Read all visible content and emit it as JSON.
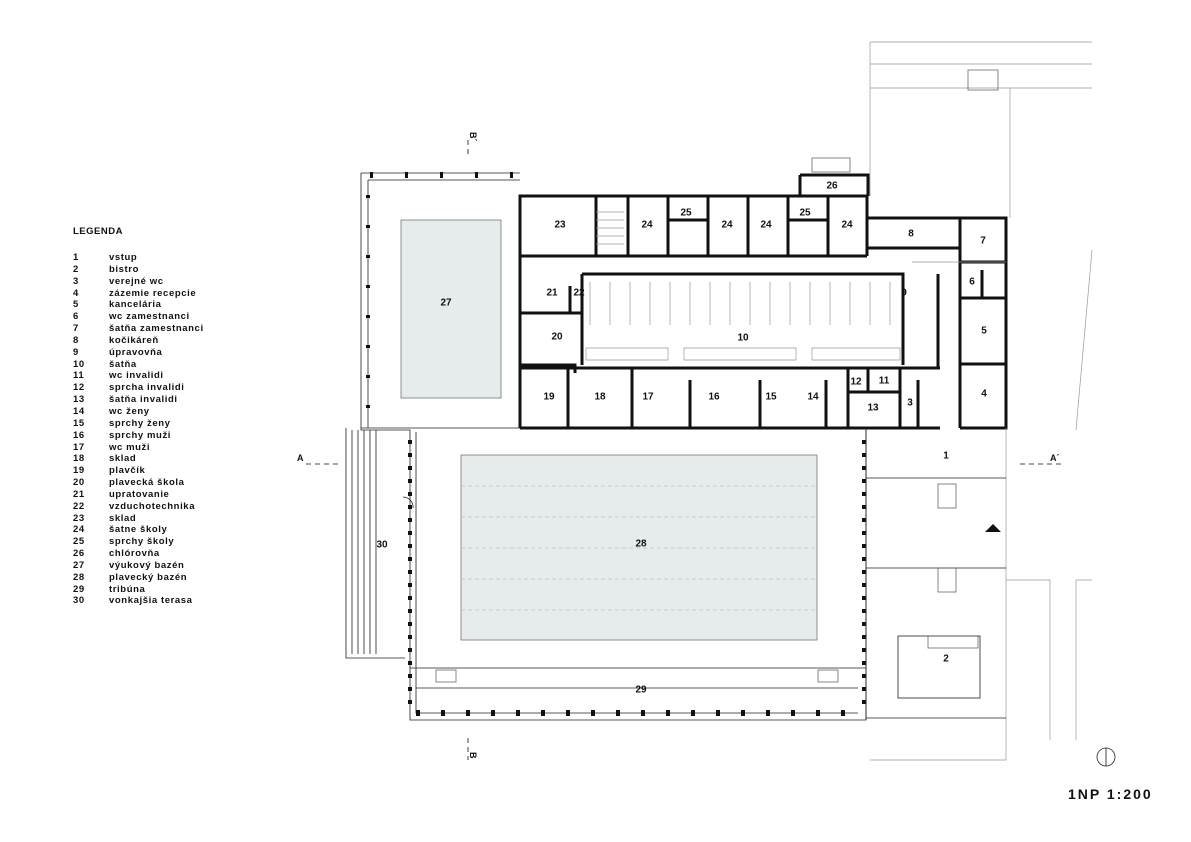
{
  "legend": {
    "title": "LEGENDA",
    "items": [
      {
        "num": "1",
        "label": "vstup"
      },
      {
        "num": "2",
        "label": "bistro"
      },
      {
        "num": "3",
        "label": "verejné wc"
      },
      {
        "num": "4",
        "label": "zázemie recepcie"
      },
      {
        "num": "5",
        "label": "kancelária"
      },
      {
        "num": "6",
        "label": "wc zamestnanci"
      },
      {
        "num": "7",
        "label": "šatňa zamestnanci"
      },
      {
        "num": "8",
        "label": "kočikáreň"
      },
      {
        "num": "9",
        "label": "úpravovňa"
      },
      {
        "num": "10",
        "label": "šatňa"
      },
      {
        "num": "11",
        "label": "wc invalidi"
      },
      {
        "num": "12",
        "label": "sprcha invalidi"
      },
      {
        "num": "13",
        "label": "šatňa invalidi"
      },
      {
        "num": "14",
        "label": "wc ženy"
      },
      {
        "num": "15",
        "label": "sprchy ženy"
      },
      {
        "num": "16",
        "label": "sprchy muži"
      },
      {
        "num": "17",
        "label": "wc muži"
      },
      {
        "num": "18",
        "label": "sklad"
      },
      {
        "num": "19",
        "label": "plavčík"
      },
      {
        "num": "20",
        "label": "plavecká škola"
      },
      {
        "num": "21",
        "label": "upratovanie"
      },
      {
        "num": "22",
        "label": "vzduchotechnika"
      },
      {
        "num": "23",
        "label": "sklad"
      },
      {
        "num": "24",
        "label": "šatne školy"
      },
      {
        "num": "25",
        "label": "sprchy školy"
      },
      {
        "num": "26",
        "label": "chlórovňa"
      },
      {
        "num": "27",
        "label": "výukový bazén"
      },
      {
        "num": "28",
        "label": "plavecký bazén"
      },
      {
        "num": "29",
        "label": "tribúna"
      },
      {
        "num": "30",
        "label": "vonkajšia terasa"
      }
    ]
  },
  "plan": {
    "scale_label": "1NP 1:200",
    "section_a_left": "A",
    "section_a_right": "A´",
    "section_b_top": "B´",
    "section_b_bottom": "B",
    "room_numbers": [
      "1",
      "2",
      "3",
      "4",
      "5",
      "6",
      "7",
      "8",
      "9",
      "10",
      "11",
      "12",
      "13",
      "14",
      "15",
      "16",
      "17",
      "18",
      "19",
      "20",
      "21",
      "22",
      "23",
      "24",
      "25",
      "26",
      "27",
      "28",
      "29",
      "30"
    ]
  }
}
